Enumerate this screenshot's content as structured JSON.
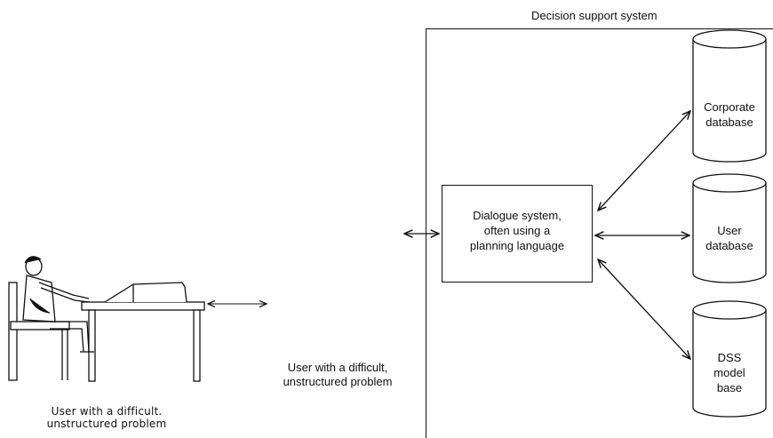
{
  "system": {
    "title": "Decision support system"
  },
  "dialogue": {
    "line1": "Dialogue system,",
    "line2": "often using a",
    "line3": "planning language"
  },
  "databases": {
    "corporate": {
      "line1": "Corporate",
      "line2": "database"
    },
    "user": {
      "line1": "User",
      "line2": "database"
    },
    "model": {
      "line1": "DSS",
      "line2": "model",
      "line3": "base"
    }
  },
  "user_label": {
    "line1": "User with a difficult,",
    "line2": "unstructured problem"
  },
  "image_caption": {
    "line1": "User with a difficult.",
    "line2": "unstructured problem"
  },
  "colors": {
    "ink": "#111111",
    "background": "#ffffff"
  }
}
